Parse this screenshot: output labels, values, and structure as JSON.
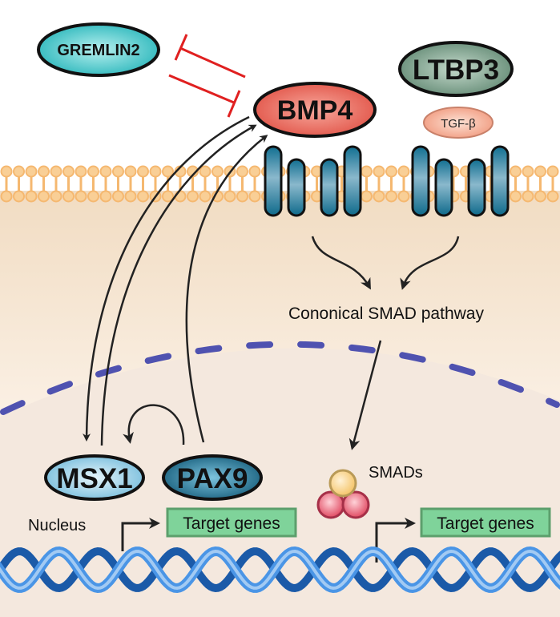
{
  "title": "BMP4 / TGF-β signaling via canonical SMAD pathway",
  "nodes": {
    "gremlin2": {
      "label": "GREMLIN2",
      "color": "#2bbcc0"
    },
    "bmp4": {
      "label": "BMP4",
      "color": "#e2574a"
    },
    "ltbp3": {
      "label": "LTBP3",
      "color": "#6f9681"
    },
    "tgfb": {
      "label": "TGF-β",
      "color": "#f2a88e"
    },
    "msx1": {
      "label": "MSX1",
      "color": "#8fc9e3"
    },
    "pax9": {
      "label": "PAX9",
      "color": "#1e6d8e"
    },
    "smads": {
      "label": "SMADs",
      "top_color": "#f7cf7d",
      "bottom_color": "#e0556a"
    }
  },
  "labels": {
    "pathway": "Cononical SMAD pathway",
    "nucleus": "Nucleus"
  },
  "target_genes": [
    {
      "label": "Target genes"
    },
    {
      "label": "Target genes"
    }
  ],
  "edges": [
    {
      "from": "GREMLIN2",
      "to": "BMP4",
      "type": "inhibition"
    },
    {
      "from": "BMP4",
      "to": "GREMLIN2",
      "type": "inhibition"
    },
    {
      "from": "BMP4",
      "to": "MSX1",
      "type": "activation"
    },
    {
      "from": "MSX1",
      "to": "BMP4",
      "type": "activation"
    },
    {
      "from": "PAX9",
      "to": "BMP4",
      "type": "activation"
    },
    {
      "from": "PAX9",
      "to": "MSX1",
      "type": "activation"
    },
    {
      "from": "BMP4 receptor",
      "to": "Cononical SMAD pathway",
      "type": "activation"
    },
    {
      "from": "TGF-β receptor",
      "to": "Cononical SMAD pathway",
      "type": "activation"
    },
    {
      "from": "Cononical SMAD pathway",
      "to": "SMADs",
      "type": "activation"
    }
  ],
  "colors": {
    "membrane": "#f5b870",
    "receptor": "#1f7a9a",
    "nuclear_envelope": "#4f52b0",
    "cytoplasm": "#f3e2cd",
    "nucleoplasm": "#f4e8de",
    "inhibit": "#e02020",
    "arrow": "#222222",
    "dna": "#2e7fd6",
    "gene_box": "#7fd39a"
  }
}
